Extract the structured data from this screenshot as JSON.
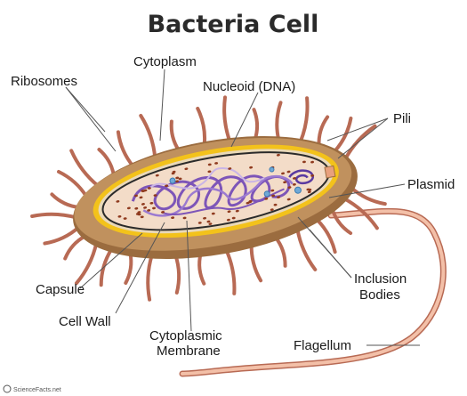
{
  "title": "Bacteria Cell",
  "labels": {
    "ribosomes": "Ribosomes",
    "cytoplasm": "Cytoplasm",
    "nucleoid": "Nucleoid (DNA)",
    "pili": "Pili",
    "plasmid": "Plasmid",
    "inclusion_1": "Inclusion",
    "inclusion_2": "Bodies",
    "capsule": "Capsule",
    "cell_wall": "Cell Wall",
    "cyto_membrane_1": "Cytoplasmic",
    "cyto_membrane_2": "Membrane",
    "flagellum": "Flagellum"
  },
  "watermark": "ScienceFacts.net",
  "colors": {
    "capsule": "#c0915e",
    "capsule_dark": "#9b6c3f",
    "cell_wall": "#f3c21b",
    "membrane": "#e9d8b8",
    "cytoplasm": "#f3dcc8",
    "dna": "#7d55b8",
    "dna_light": "#c9b4e6",
    "pili": "#b86a54",
    "ribosome": "#8f3a1e",
    "inclusion": "#6fa8d6"
  }
}
